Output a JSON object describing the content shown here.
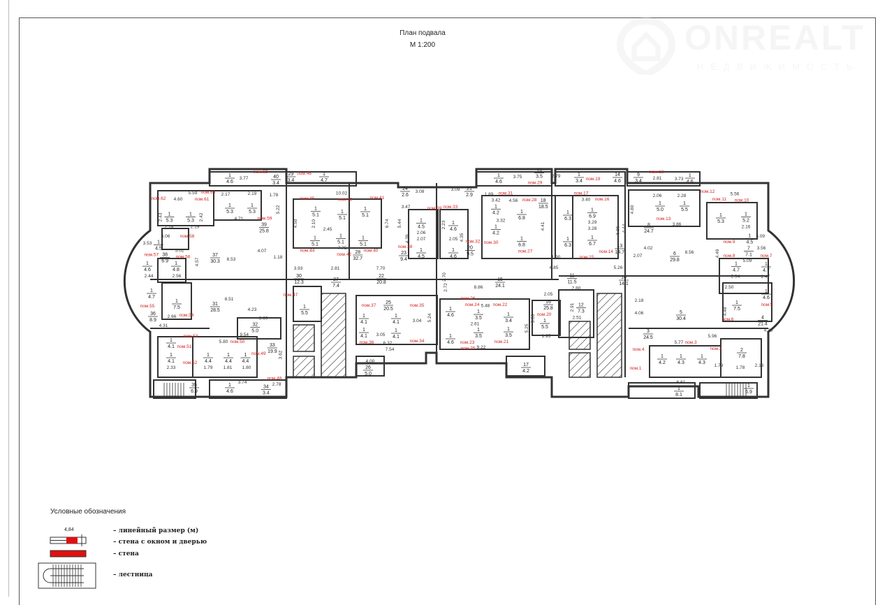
{
  "header": {
    "title": "План подвала",
    "scale": "М 1:200"
  },
  "watermark": {
    "brand": "ONREALT",
    "subtitle": "НЕДВИЖИМОСТЬ"
  },
  "colors": {
    "wall": "#e01010",
    "line": "#333333",
    "premise_label": "#d42020"
  },
  "legend": {
    "title": "Условные обозначения",
    "sample_dimension": "4,84",
    "items": [
      {
        "label": "– линейный размер (м)"
      },
      {
        "label": "– стена с окном и дверью"
      },
      {
        "label": "– стена"
      },
      {
        "label": "– лестница"
      }
    ]
  },
  "rooms": [
    {
      "n": "40",
      "a": "3.4"
    },
    {
      "n": "1",
      "a": "4.6"
    },
    {
      "n": "1",
      "a": "5.3"
    },
    {
      "n": "1",
      "a": "5.3"
    },
    {
      "n": "1",
      "a": "5.3"
    },
    {
      "n": "1",
      "a": "5.3"
    },
    {
      "n": "39",
      "a": "25.8"
    },
    {
      "n": "1",
      "a": "4.5"
    },
    {
      "n": "38",
      "a": "6.9"
    },
    {
      "n": "37",
      "a": "30.3"
    },
    {
      "n": "1",
      "a": "4.6"
    },
    {
      "n": "1",
      "a": "4.8"
    },
    {
      "n": "1",
      "a": "4.7"
    },
    {
      "n": "1",
      "a": "7.5"
    },
    {
      "n": "31",
      "a": "28.5"
    },
    {
      "n": "36",
      "a": "8.9"
    },
    {
      "n": "32",
      "a": "5.0"
    },
    {
      "n": "33",
      "a": "19.9"
    },
    {
      "n": "1",
      "a": "4.1"
    },
    {
      "n": "1",
      "a": "4.1"
    },
    {
      "n": "1",
      "a": "4.4"
    },
    {
      "n": "1",
      "a": "4.4"
    },
    {
      "n": "1",
      "a": "4.4"
    },
    {
      "n": "35",
      "a": "6.9"
    },
    {
      "n": "1",
      "a": "4.6"
    },
    {
      "n": "34",
      "a": "3.4"
    },
    {
      "n": "1",
      "a": "5.5"
    },
    {
      "n": "29",
      "a": "3.4"
    },
    {
      "n": "1",
      "a": "4.7"
    },
    {
      "n": "1",
      "a": "5.1"
    },
    {
      "n": "1",
      "a": "5.1"
    },
    {
      "n": "1",
      "a": "5.1"
    },
    {
      "n": "1",
      "a": "5.1"
    },
    {
      "n": "1",
      "a": "5.1"
    },
    {
      "n": "1",
      "a": "5.1"
    },
    {
      "n": "28",
      "a": "32.7"
    },
    {
      "n": "30",
      "a": "12.3"
    },
    {
      "n": "27",
      "a": "7.4"
    },
    {
      "n": "22",
      "a": "20.8"
    },
    {
      "n": "24",
      "a": "2.6"
    },
    {
      "n": "21",
      "a": "2.9"
    },
    {
      "n": "23",
      "a": "9.4"
    },
    {
      "n": "1",
      "a": "4.5"
    },
    {
      "n": "1",
      "a": "4.5"
    },
    {
      "n": "1",
      "a": "4.6"
    },
    {
      "n": "1",
      "a": "4.6"
    },
    {
      "n": "20",
      "a": "9.5"
    },
    {
      "n": "25",
      "a": "20.5"
    },
    {
      "n": "1",
      "a": "4.1"
    },
    {
      "n": "1",
      "a": "4.1"
    },
    {
      "n": "1",
      "a": "4.1"
    },
    {
      "n": "1",
      "a": "4.1"
    },
    {
      "n": "26",
      "a": "5.0"
    },
    {
      "n": "15",
      "a": "24.1"
    },
    {
      "n": "1",
      "a": "4.6"
    },
    {
      "n": "1",
      "a": "4.6"
    },
    {
      "n": "1",
      "a": "3.5"
    },
    {
      "n": "1",
      "a": "3.5"
    },
    {
      "n": "1",
      "a": "3.4"
    },
    {
      "n": "1",
      "a": "3.5"
    },
    {
      "n": "16",
      "a": "25.8"
    },
    {
      "n": "1",
      "a": "5.5"
    },
    {
      "n": "12",
      "a": "7.3"
    },
    {
      "n": "17",
      "a": "4.2"
    },
    {
      "n": "11",
      "a": "11.5"
    },
    {
      "n": "10",
      "a": "14.1"
    },
    {
      "n": "1",
      "a": "4.6"
    },
    {
      "n": "19",
      "a": "3.5"
    },
    {
      "n": "1",
      "a": "3.4"
    },
    {
      "n": "14",
      "a": "4.6"
    },
    {
      "n": "1",
      "a": "4.2"
    },
    {
      "n": "1",
      "a": "4.2"
    },
    {
      "n": "18",
      "a": "18.5"
    },
    {
      "n": "1",
      "a": "6.8"
    },
    {
      "n": "1",
      "a": "6.8"
    },
    {
      "n": "1",
      "a": "6.3"
    },
    {
      "n": "1",
      "a": "6.3"
    },
    {
      "n": "1",
      "a": "6.9"
    },
    {
      "n": "1",
      "a": "6.7"
    },
    {
      "n": "13",
      "a": "14.7"
    },
    {
      "n": "9",
      "a": "3.4"
    },
    {
      "n": "1",
      "a": "4.6"
    },
    {
      "n": "1",
      "a": "5.0"
    },
    {
      "n": "1",
      "a": "5.5"
    },
    {
      "n": "8",
      "a": "24.7"
    },
    {
      "n": "1",
      "a": "5.3"
    },
    {
      "n": "1",
      "a": "5.2"
    },
    {
      "n": "6",
      "a": "29.8"
    },
    {
      "n": "1",
      "a": "4.5"
    },
    {
      "n": "7",
      "a": "7.1"
    },
    {
      "n": "1",
      "a": "4.7"
    },
    {
      "n": "1",
      "a": "4.7"
    },
    {
      "n": "1",
      "a": "7.5"
    },
    {
      "n": "1",
      "a": "4.6"
    },
    {
      "n": "5",
      "a": "30.4"
    },
    {
      "n": "3",
      "a": "24.5"
    },
    {
      "n": "4",
      "a": "21.4"
    },
    {
      "n": "1",
      "a": "4.2"
    },
    {
      "n": "1",
      "a": "4.3"
    },
    {
      "n": "1",
      "a": "4.3"
    },
    {
      "n": "2",
      "a": "7.8"
    },
    {
      "n": "1",
      "a": "8.1"
    },
    {
      "n": "1",
      "a": "6.9"
    }
  ],
  "premises": [
    "пом.1",
    "пом.2",
    "пом.3",
    "пом.4",
    "пом.5",
    "пом.6",
    "пом.7",
    "пом.8",
    "пом.9",
    "пом.10",
    "пом.11",
    "пом.12",
    "пом.13",
    "пом.14",
    "пом.15",
    "пом.16",
    "пом.17",
    "пом.18",
    "пом.19",
    "пом.20",
    "пом.21",
    "пом.22",
    "пом.23",
    "пом.24",
    "пом.25",
    "пом.26",
    "пом.27",
    "пом.28",
    "пом.29",
    "пом.30",
    "пом.31",
    "пом.32",
    "пом.33",
    "пом.34",
    "пом.35",
    "пом.36",
    "пом.37",
    "пом.38",
    "пом.39",
    "пом.40",
    "пом.41",
    "пом.42",
    "пом.43",
    "пом.44",
    "пом.45",
    "пом.46",
    "пом.47",
    "пом.48",
    "пом.49",
    "пом.50",
    "пом.51",
    "пом.52",
    "пом.53",
    "пом.54",
    "пом.55",
    "пом.56",
    "пом.57",
    "пом.58",
    "пом.59",
    "пом.60",
    "пом.61",
    "пом.62",
    "пом.63"
  ],
  "dimensions": [
    "3.77",
    "5.59",
    "4.60",
    "2.17",
    "2.19",
    "1.78",
    "5.22",
    "2.43",
    "2.42",
    "2.18",
    "2.19",
    "4.71",
    "3.06",
    "3.53",
    "5.02",
    "4.57",
    "8.53",
    "4.07",
    "1.18",
    "2.44",
    "2.56",
    "8.51",
    "4.23",
    "2.66",
    "4.31",
    "9.54",
    "3.69",
    "5.80",
    "3.62",
    "2.33",
    "1.79",
    "1.81",
    "1.80",
    "3.74",
    "2.78",
    "10.02",
    "4.50",
    "2.45",
    "2.10",
    "7.75",
    "6.74",
    "3.93",
    "2.81",
    "7.70",
    "3.08",
    "3.09",
    "3.47",
    "5.44",
    "4.39",
    "2.06",
    "2.07",
    "2.05",
    "2.23",
    "4.35",
    "3.05",
    "3.04",
    "6.32",
    "7.54",
    "4.00",
    "5.24",
    "8.86",
    "2.72",
    "2.70",
    "9.22",
    "2.61",
    "5.48",
    "5.25",
    "2.05",
    "3.03",
    "1.95",
    "2.51",
    "2.91",
    "2.80",
    "4.85",
    "5.26",
    "3.75",
    "2.79",
    "1.89",
    "3.42",
    "4.56",
    "3.32",
    "4.41",
    "1.90",
    "3.40",
    "3.28",
    "3.29",
    "4.44",
    "6.86",
    "2.81",
    "3.73",
    "2.06",
    "2.28",
    "5.56",
    "2.16",
    "4.80",
    "3.86",
    "4.02",
    "8.56",
    "2.07",
    "4.49",
    "3.09",
    "3.56",
    "5.09",
    "2.54",
    "2.47",
    "2.50",
    "2.18",
    "4.06",
    "4.48",
    "4.33",
    "5.96",
    "5.77",
    "1.78",
    "6.61",
    "2.16",
    "1.79"
  ]
}
